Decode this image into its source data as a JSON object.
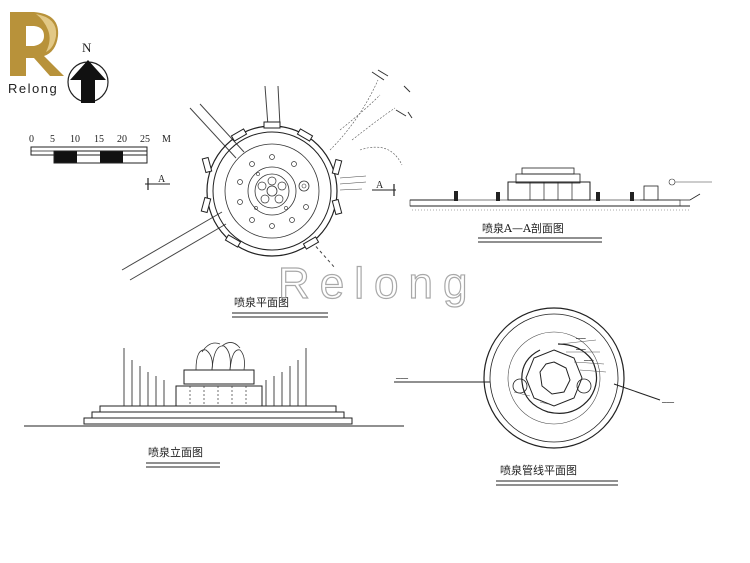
{
  "brand": {
    "logo_text": "Relong",
    "watermark": "Relong",
    "gold": "#b8923a",
    "gold_light": "#e2c886"
  },
  "north": {
    "label": "N"
  },
  "scale_bar": {
    "labels": [
      "0",
      "5",
      "10",
      "15",
      "20",
      "25"
    ],
    "unit": "M"
  },
  "section_marks": {
    "left": "A",
    "right": "A"
  },
  "titles": {
    "plan": "喷泉平面图",
    "section": "喷泉A—A剖面图",
    "elevation": "喷泉立面图",
    "pipe_plan": "喷泉管线平面图"
  },
  "colors": {
    "line": "#222222",
    "watermark": "#9a9a9a"
  }
}
